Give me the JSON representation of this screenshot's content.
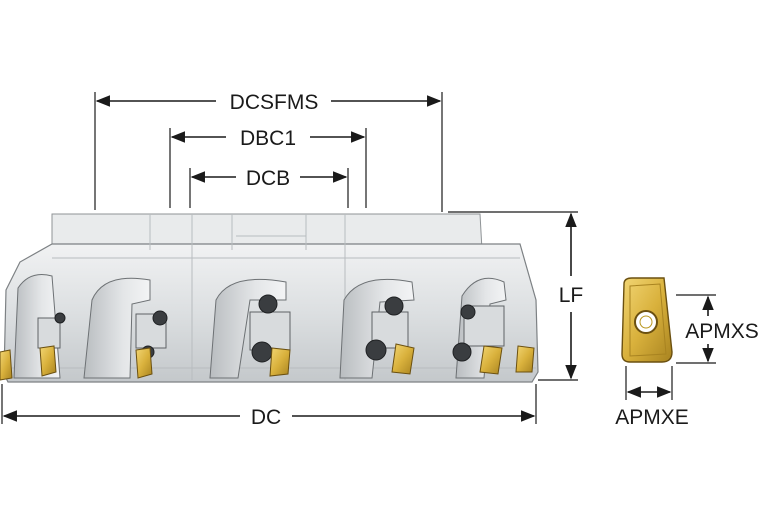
{
  "dimensions": {
    "dcsfms": "DCSFMS",
    "dbc1": "DBC1",
    "dcb": "DCB",
    "lf": "LF",
    "dc": "DC",
    "apmxs": "APMXS",
    "apmxe": "APMXE"
  },
  "colors": {
    "line": "#1a1a1a",
    "body_light": "#e6e8ea",
    "body_mid": "#cfd2d5",
    "body_dark": "#9da1a5",
    "insert_gold": "#d9b13c",
    "insert_dark": "#8a6a12",
    "screw": "#3a3d40"
  }
}
